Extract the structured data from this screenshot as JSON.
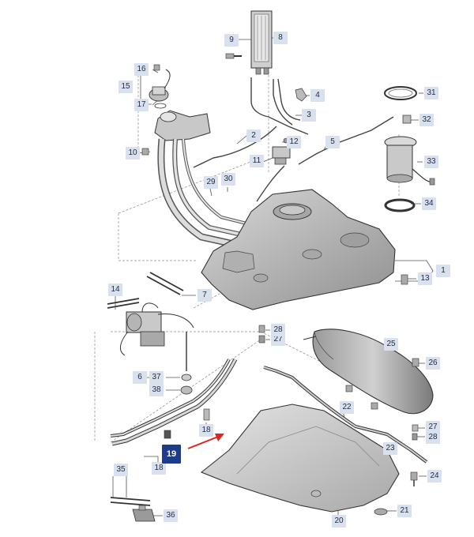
{
  "colors": {
    "label_bg": "#d9e1ef",
    "label_text": "#1f2a44",
    "highlight_bg": "#1e3b8a",
    "highlight_text": "#ffffff",
    "arrow": "#e0261c",
    "line": "#555555",
    "part_fill": "#bfbfbf"
  },
  "labels": {
    "l1": "1",
    "l2": "2",
    "l3": "3",
    "l4": "4",
    "l5": "5",
    "l6": "6",
    "l7": "7",
    "l8": "8",
    "l9": "9",
    "l10": "10",
    "l11": "11",
    "l12": "12",
    "l13": "13",
    "l14": "14",
    "l15": "15",
    "l16": "16",
    "l17": "17",
    "l18a": "18",
    "l18b": "18",
    "l19": "19",
    "l20": "20",
    "l21": "21",
    "l22": "22",
    "l23": "23",
    "l24": "24",
    "l25": "25",
    "l26": "26",
    "l27a": "27",
    "l27b": "27",
    "l28a": "28",
    "l28b": "28",
    "l29": "29",
    "l30": "30",
    "l31": "31",
    "l32": "32",
    "l33": "33",
    "l34": "34",
    "l35": "35",
    "l36": "36",
    "l37": "37",
    "l38": "38"
  },
  "highlighted": "19"
}
